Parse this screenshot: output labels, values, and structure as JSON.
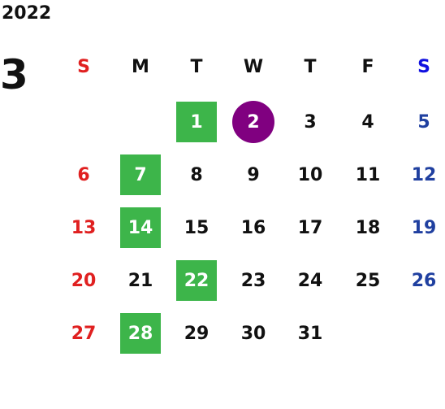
{
  "calendar": {
    "year": "2022",
    "month": "3",
    "weekdays": [
      "S",
      "M",
      "T",
      "W",
      "T",
      "F",
      "S"
    ],
    "first_weekday_index": 2,
    "days": [
      "1",
      "2",
      "3",
      "4",
      "5",
      "6",
      "7",
      "8",
      "9",
      "10",
      "11",
      "12",
      "13",
      "14",
      "15",
      "16",
      "17",
      "18",
      "19",
      "20",
      "21",
      "22",
      "23",
      "24",
      "25",
      "26",
      "27",
      "28",
      "29",
      "30",
      "31"
    ],
    "green_highlight_days": [
      "1",
      "7",
      "14",
      "22",
      "28"
    ],
    "circle_highlight_days": [
      "2"
    ]
  },
  "colors": {
    "sunday": "#e02020",
    "saturday_header": "#1010e0",
    "saturday_dates": "#2040a0",
    "weekday": "#111111",
    "green_highlight": "#3db54a",
    "circle_highlight": "#800080",
    "highlight_text": "#ffffff"
  }
}
